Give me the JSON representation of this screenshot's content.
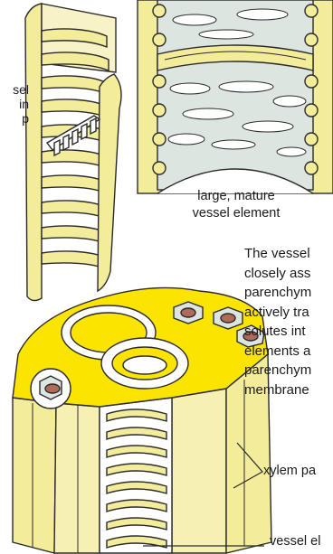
{
  "labels": {
    "left_partial": [
      "sel",
      "in",
      "p"
    ],
    "mature_vessel": [
      "large, mature",
      "vessel element"
    ],
    "caption_partial": [
      "The vessel",
      "closely ass",
      "parenchym",
      "actively tra",
      "solutes int",
      "elements a",
      "parenchym",
      "membrane"
    ],
    "xylem_partial": "xylem pa",
    "vessel_partial": "vessel el"
  },
  "colors": {
    "wall_yellow": "#f2ec9b",
    "wall_bright": "#fbe500",
    "outline": "#2a2a2a",
    "lumen_gray": "#dde5e0",
    "nucleus": "#b06b58"
  }
}
